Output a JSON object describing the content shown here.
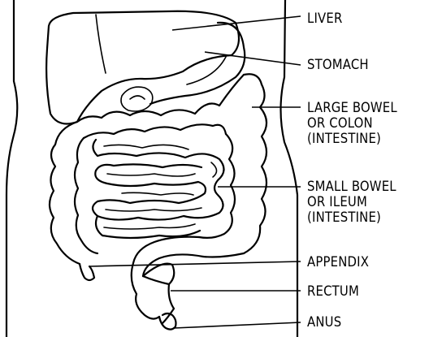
{
  "labels": {
    "liver": "LIVER",
    "stomach": "STOMACH",
    "large_bowel": [
      "LARGE BOWEL",
      "OR COLON",
      "(INTESTINE)"
    ],
    "small_bowel": [
      "SMALL BOWEL",
      "OR ILEUM",
      "(INTESTINE)"
    ],
    "appendix": "APPENDIX",
    "rectum": "RECTUM",
    "anus": "ANUS"
  }
}
